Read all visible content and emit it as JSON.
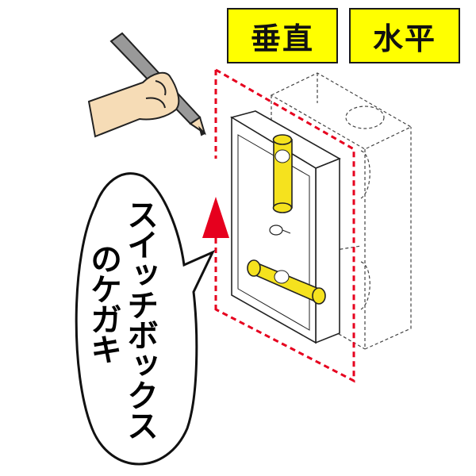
{
  "labels": {
    "vertical": "垂直",
    "horizontal": "水平"
  },
  "speech_bubble": {
    "line1": "スイッチボックス",
    "line2": "のケガキ"
  },
  "colors": {
    "label_background": "#ffff00",
    "level_bubble": "#f5e21e",
    "marking_line": "#e6001e",
    "arrow": "#e6001e",
    "hand": "#f6dcb6",
    "pencil": "#999999"
  },
  "icons": {
    "hand": "hand-holding-pencil-icon",
    "arrow": "up-arrow-icon",
    "level": "spirit-level-icon"
  }
}
